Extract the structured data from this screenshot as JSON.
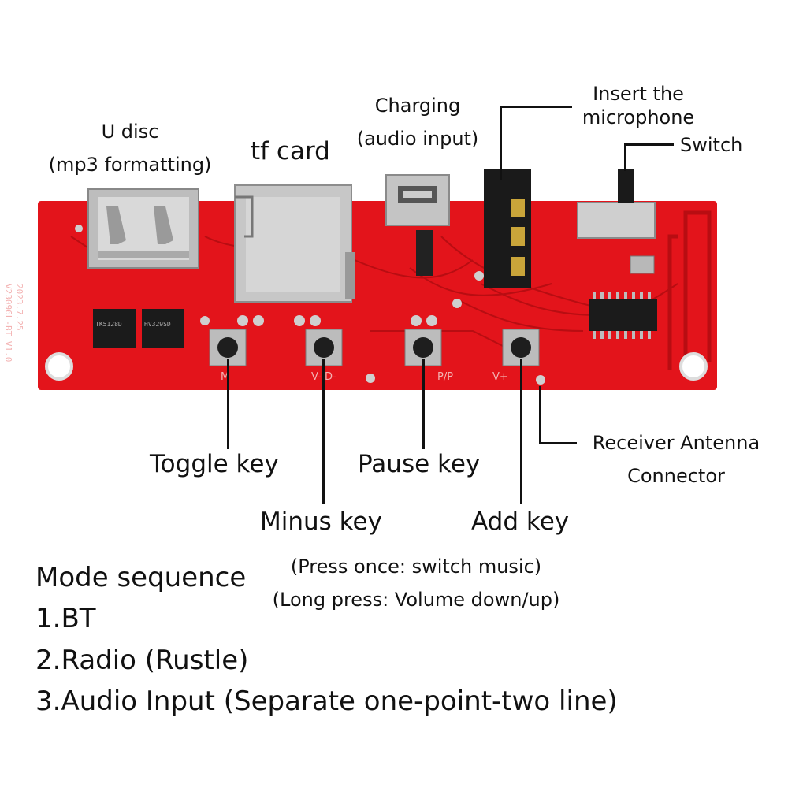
{
  "labels": {
    "u_disc": [
      "U disc",
      "(mp3 formatting)"
    ],
    "tf_card": "tf card",
    "charging": [
      "Charging",
      "(audio input)"
    ],
    "microphone": [
      "Insert the",
      "microphone"
    ],
    "switch": "Switch",
    "antenna": [
      "Receiver Antenna",
      "Connector"
    ],
    "toggle_key": "Toggle key",
    "minus_key": "Minus key",
    "pause_key": "Pause key",
    "add_key": "Add key"
  },
  "press_notes": [
    "(Press once: switch music)",
    "(Long press: Volume down/up)"
  ],
  "mode_sequence": {
    "title": "Mode sequence",
    "items": [
      "1.BT",
      "2.Radio (Rustle)",
      "3.Audio Input (Separate one-point-two line)"
    ]
  },
  "board": {
    "silkscreen_version": [
      "2023.7.25",
      "V23096L-BT V1.0"
    ],
    "button_marks": [
      "M",
      "V- D-",
      "P/P",
      "V+"
    ],
    "chip_marks": [
      "TK5128D",
      "HV329SD"
    ],
    "colors": {
      "pcb": "#e3141b",
      "pcb_dark": "#b80d12",
      "metal": "#c9c9c9",
      "chip": "#1b1b1b"
    }
  }
}
